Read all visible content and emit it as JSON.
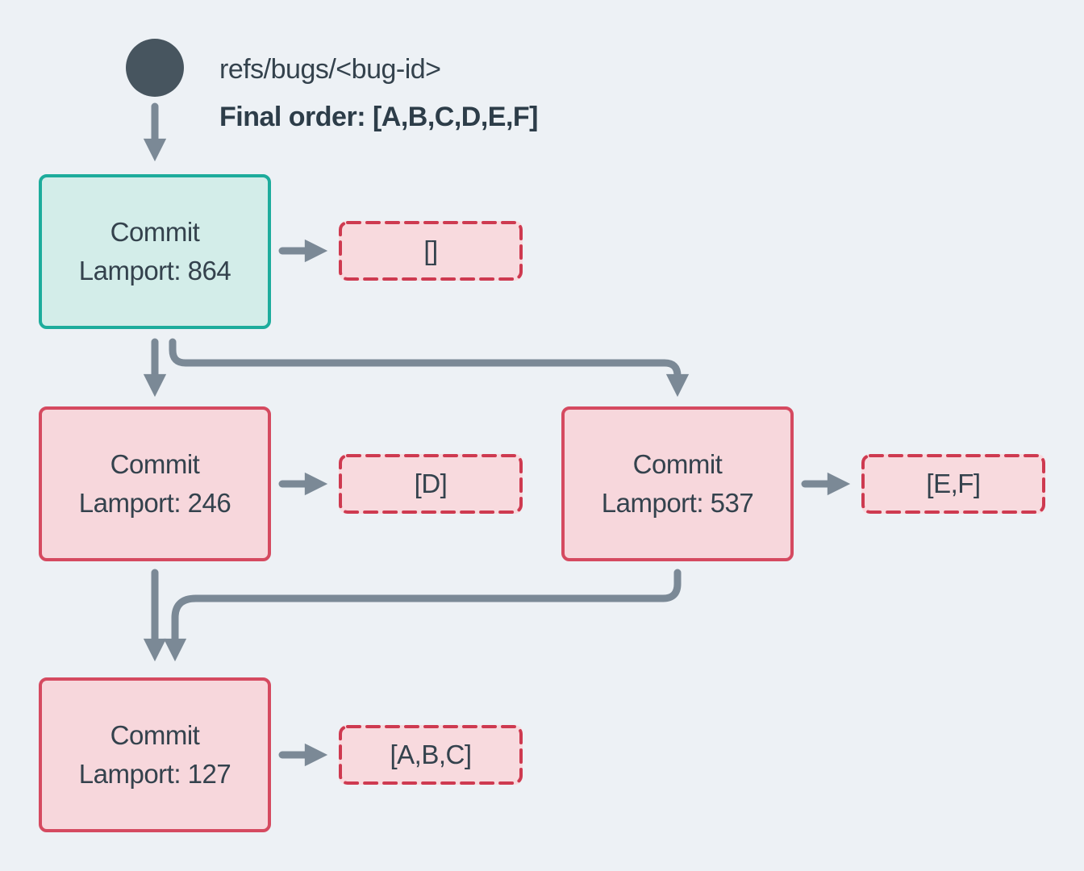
{
  "header": {
    "ref": "refs/bugs/<bug-id>",
    "final_order": "Final order: [A,B,C,D,E,F]"
  },
  "ref_node": {
    "icon": "filled-circle",
    "points_to": "commit-864"
  },
  "commits": [
    {
      "id": "commit-864",
      "title": "Commit",
      "lamport": "Lamport: 864",
      "variant": "head",
      "output": "[]"
    },
    {
      "id": "commit-246",
      "title": "Commit",
      "lamport": "Lamport: 246",
      "variant": "regular",
      "output": "[D]"
    },
    {
      "id": "commit-537",
      "title": "Commit",
      "lamport": "Lamport: 537",
      "variant": "regular",
      "output": "[E,F]"
    },
    {
      "id": "commit-127",
      "title": "Commit",
      "lamport": "Lamport: 127",
      "variant": "regular",
      "output": "[A,B,C]"
    }
  ],
  "edges": [
    {
      "from": "ref",
      "to": "commit-864"
    },
    {
      "from": "commit-864",
      "to": "out-[]"
    },
    {
      "from": "commit-864",
      "to": "commit-246"
    },
    {
      "from": "commit-864",
      "to": "commit-537"
    },
    {
      "from": "commit-246",
      "to": "out-[D]"
    },
    {
      "from": "commit-537",
      "to": "out-[E,F]"
    },
    {
      "from": "commit-246",
      "to": "commit-127"
    },
    {
      "from": "commit-537",
      "to": "commit-127"
    },
    {
      "from": "commit-127",
      "to": "out-[A,B,C]"
    }
  ],
  "colors": {
    "bg": "#edf1f5",
    "ink": "#34424d",
    "ink-bold": "#2d3d49",
    "node": "#47555f",
    "arrow": "#7b8996",
    "teal-border": "#1dac9c",
    "teal-fill": "#d3ede9",
    "pink-border": "#d54a60",
    "pink-fill": "#f7d7dc",
    "dash-border": "#ce3a50",
    "dash-fill": "#f8dade"
  }
}
